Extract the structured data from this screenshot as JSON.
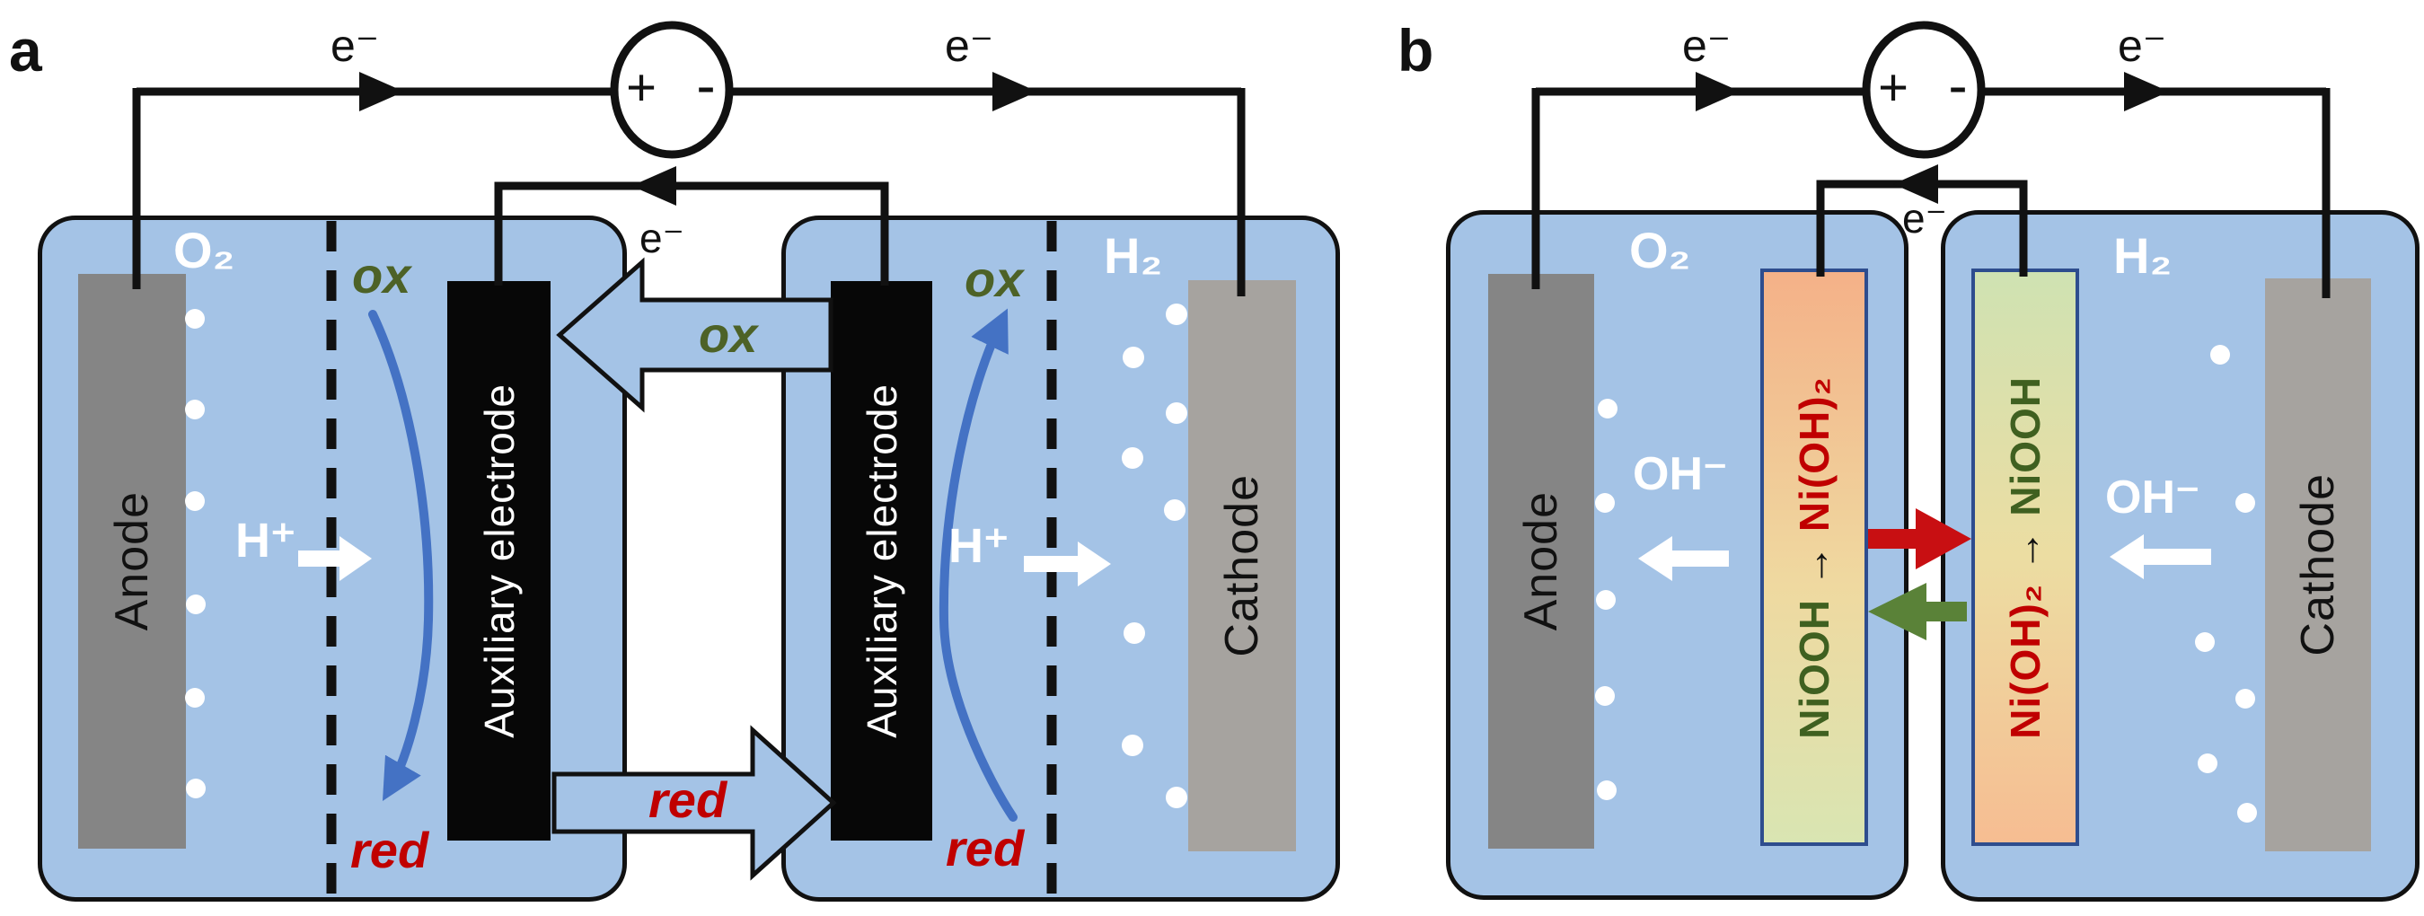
{
  "figure": {
    "panel_a": {
      "label": "a",
      "power_source": {
        "plus": "+",
        "minus": "-"
      },
      "electron_labels": {
        "left": "e⁻",
        "right": "e⁻",
        "inner": "e⁻"
      },
      "anode_cell": {
        "gas": "O₂",
        "electrode": "Anode",
        "ion": "H⁺",
        "ox": "ox",
        "red": "red"
      },
      "cathode_cell": {
        "gas": "H₂",
        "electrode": "Cathode",
        "ion": "H⁺",
        "ox": "ox",
        "red": "red"
      },
      "auxiliary_left": "Auxiliary electrode",
      "auxiliary_right": "Auxiliary electrode",
      "shuttle": {
        "ox": "ox",
        "red": "red"
      }
    },
    "panel_b": {
      "label": "b",
      "power_source": {
        "plus": "+",
        "minus": "-"
      },
      "electron_labels": {
        "left": "e⁻",
        "right": "e⁻",
        "inner": "e⁻"
      },
      "anode_cell": {
        "gas": "O₂",
        "electrode": "Anode",
        "ion": "OH⁻"
      },
      "cathode_cell": {
        "gas": "H₂",
        "electrode": "Cathode",
        "ion": "OH⁻"
      },
      "nickel_left": {
        "from": "NiOOH",
        "arrow": "→",
        "to": "Ni(OH)₂"
      },
      "nickel_right": {
        "from": "Ni(OH)₂",
        "arrow": "→",
        "to": "NiOOH"
      }
    },
    "colors": {
      "electrolyte_blue": "#a4c3e6",
      "ox_green": "#4d6227",
      "red_label": "#c00000",
      "curved_arrow_blue": "#4472c4",
      "shuttle_red_arrow": "#c80f12",
      "shuttle_green_arrow": "#5a8238",
      "nickel_border_navy": "#2e4d8e",
      "anode_gray": "#858585",
      "cathode_gray": "#a6a39f"
    }
  }
}
